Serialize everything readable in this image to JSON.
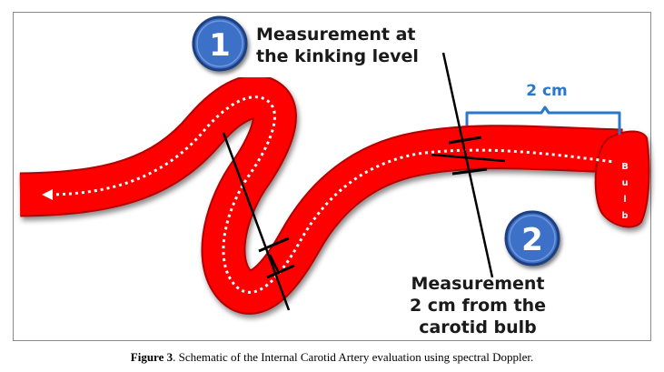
{
  "labels": {
    "step1_number": "1",
    "step1_line1": "Measurement at",
    "step1_line2": "the kinking level",
    "step2_number": "2",
    "step2_line1": "Measurement",
    "step2_line2": "2 cm from the",
    "step2_line3": "carotid bulb",
    "distance": "2 cm",
    "bulb_letters": [
      "B",
      "u",
      "l",
      "b"
    ]
  },
  "caption": {
    "figure_label": "Figure 3",
    "text": ". Schematic of the Internal Carotid Artery evaluation using spectral Doppler."
  },
  "colors": {
    "artery": "#ff0000",
    "artery_dark": "#9a0000",
    "badge": "#3d6fc7",
    "badge_ring": "#1f3f80",
    "bracket": "#2a78c8",
    "text": "#1a1a1a"
  }
}
